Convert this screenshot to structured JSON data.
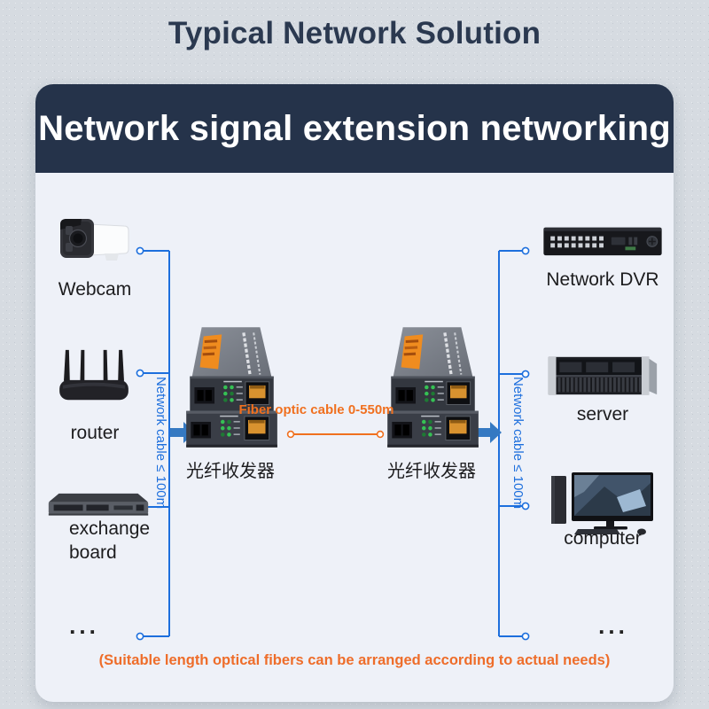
{
  "header": {
    "title": "Typical Network Solution"
  },
  "banner": {
    "title": "Network signal extension networking"
  },
  "left_column": {
    "devices": [
      {
        "label": "Webcam"
      },
      {
        "label": "router"
      },
      {
        "label": "exchange board"
      },
      {
        "label": "..."
      }
    ],
    "cable_label": "Network cable ≤ 100m"
  },
  "right_column": {
    "devices": [
      {
        "label": "Network DVR"
      },
      {
        "label": "server"
      },
      {
        "label": "computer"
      },
      {
        "label": "..."
      }
    ],
    "cable_label": "Network cable ≤ 100m"
  },
  "center": {
    "converter_left_label": "光纤收发器",
    "converter_right_label": "光纤收发器",
    "fiber_label": "Fiber optic cable 0-550m"
  },
  "footnote": "(Suitable length optical fibers can be arranged according to actual needs)",
  "colors": {
    "banner_bg": "#25334a",
    "accent_orange": "#f26d21",
    "cable_blue": "#1d6fdd",
    "arrow_blue": "#3579c2",
    "card_bg": "#eef1f8",
    "title_navy": "#2b3950"
  }
}
